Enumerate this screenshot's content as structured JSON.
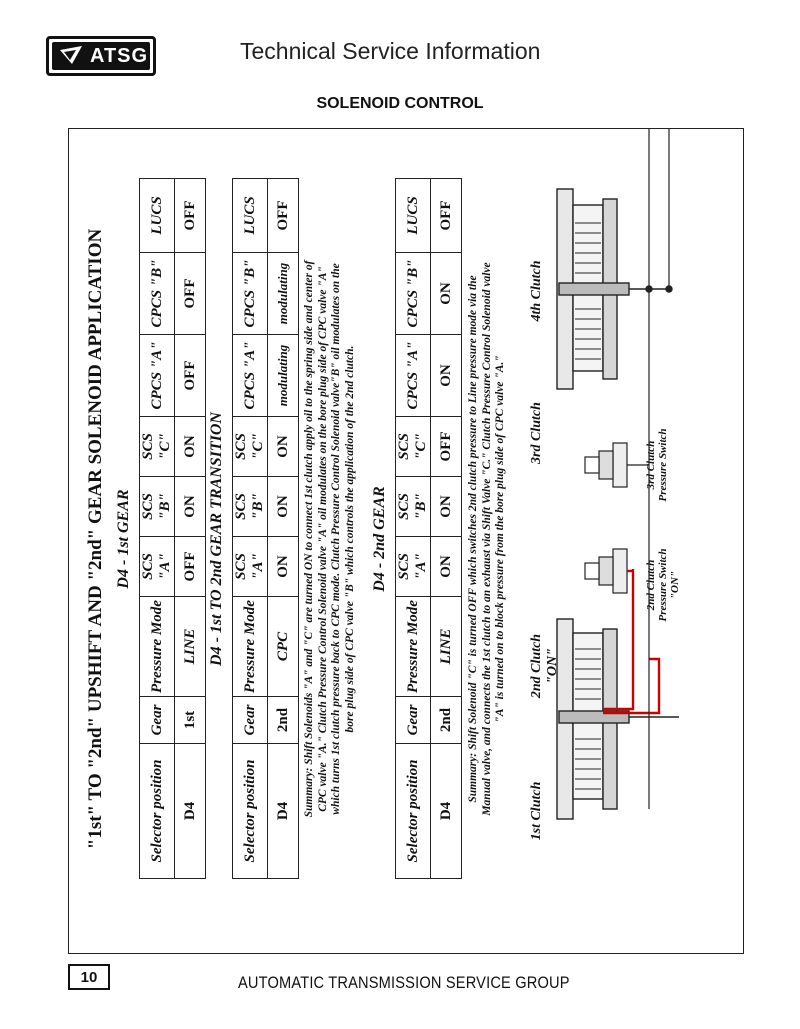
{
  "header": {
    "logo_text": "ATSG",
    "service_title": "Technical Service Information",
    "section_title": "SOLENOID CONTROL"
  },
  "content": {
    "main_title": "\"1st\" TO \"2nd\" UPSHIFT AND \"2nd\" GEAR SOLENOID APPLICATION",
    "table_headers": [
      "Selector position",
      "Gear",
      "Pressure Mode",
      "SCS \"A\"",
      "SCS \"B\"",
      "SCS \"C\"",
      "CPCS \"A\"",
      "CPCS \"B\"",
      "LUCS"
    ],
    "table1": {
      "title": "D4 - 1st GEAR",
      "row": [
        "D4",
        "1st",
        "LINE",
        "OFF",
        "ON",
        "ON",
        "OFF",
        "OFF",
        "OFF"
      ]
    },
    "table2": {
      "title": "D4 - 1st TO 2nd GEAR TRANSITION",
      "row": [
        "D4",
        "2nd",
        "CPC",
        "ON",
        "ON",
        "ON",
        "modulating",
        "modulating",
        "OFF"
      ]
    },
    "summary1": [
      "Summary: Shift Solenoids \"A\" and \"C\" are turned ON to connect 1st clutch apply oil to the spring side and center of",
      "CPC valve \"A.\" Clutch Pressure Control Solenoid valve \"A\" oil modulates on the bore plug side of CPC valve \"A\"",
      "which turns 1st clutch pressure back to CPC mode. Clutch Pressure Control Solenoid valve\"B\" oil modulates on the",
      "bore plug side of CPC valve \"B\" which controls the application of the 2nd clutch."
    ],
    "table3": {
      "title": "D4 - 2nd GEAR",
      "row": [
        "D4",
        "2nd",
        "LINE",
        "ON",
        "ON",
        "OFF",
        "ON",
        "ON",
        "OFF"
      ]
    },
    "summary2": [
      "Summary: Shift Solenoid \"C\" is turned OFF which switches 2nd clutch pressure to Line pressure mode via the",
      "Manual valve, and connects the 1st clutch to an exhaust via Shift Valve \"C.\" Clutch Pressure Control Solenoid valve",
      "\"A\" is turned on to block pressure from the bore plug side of CPC valve \"A.\""
    ],
    "diagram": {
      "clutch1": "1st Clutch",
      "clutch2_line1": "2nd Clutch",
      "clutch2_line2": "\"ON\"",
      "clutch3": "3rd Clutch",
      "clutch4": "4th Clutch",
      "switch2_line1": "2nd Clutch",
      "switch2_line2": "Pressure Switch",
      "switch2_line3": "\"ON\"",
      "switch3_line1": "3rd Clutch",
      "switch3_line2": "Pressure Switch",
      "pressure_color": "#cc0000"
    }
  },
  "footer": {
    "page_number": "10",
    "company": "AUTOMATIC TRANSMISSION SERVICE GROUP"
  }
}
